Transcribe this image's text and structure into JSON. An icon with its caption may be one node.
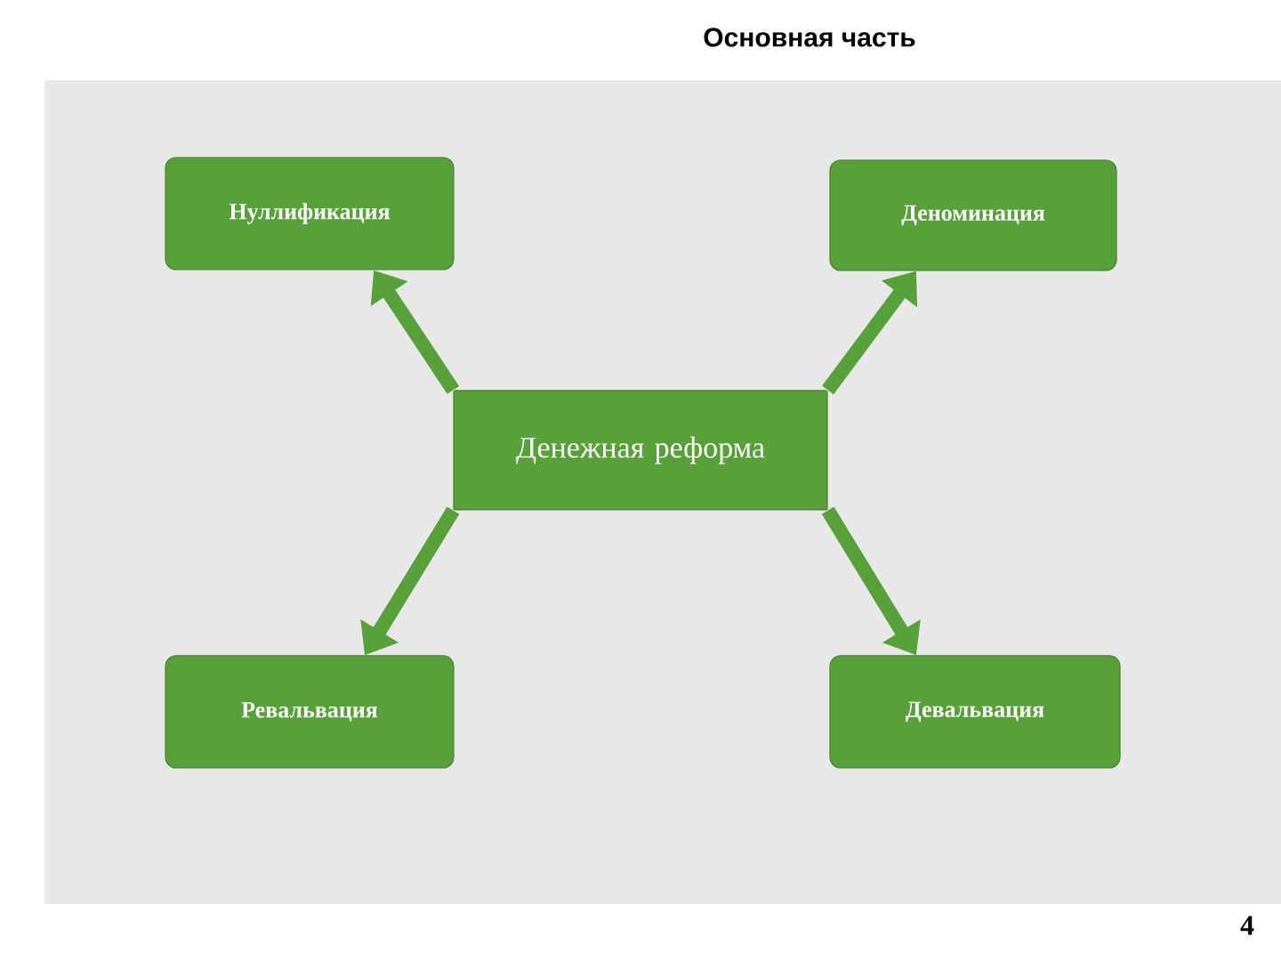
{
  "diagram": {
    "title": "Основная часть",
    "nodes": [
      {
        "text": [
          "Нуллификация"
        ]
      },
      {
        "text": [
          "Деноминация"
        ]
      },
      {
        "text": [
          "Денежная реформа"
        ]
      },
      {
        "text": [
          "Ревальвация"
        ]
      },
      {
        "text": [
          "Девальвация"
        ]
      }
    ],
    "edges": [
      {
        "from": 2,
        "to": 0,
        "arrow": "to"
      },
      {
        "from": 2,
        "to": 1,
        "arrow": "to"
      },
      {
        "from": 2,
        "to": 3,
        "arrow": "to"
      },
      {
        "from": 2,
        "to": 4,
        "arrow": "to"
      }
    ],
    "labels": [
      "4"
    ]
  }
}
